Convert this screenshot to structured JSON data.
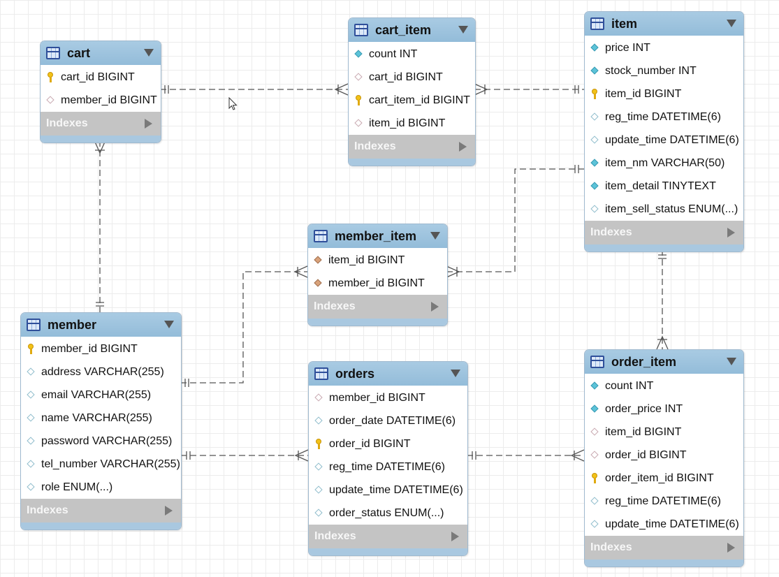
{
  "diagram": {
    "indexes_label": "Indexes",
    "entities": {
      "cart": {
        "name": "cart",
        "columns": [
          {
            "text": "cart_id BIGINT",
            "icon": "primary-key-icon"
          },
          {
            "text": "member_id BIGINT",
            "icon": "foreign-key-icon"
          }
        ]
      },
      "cart_item": {
        "name": "cart_item",
        "columns": [
          {
            "text": "count INT",
            "icon": "not-null-column-icon"
          },
          {
            "text": "cart_id BIGINT",
            "icon": "foreign-key-icon"
          },
          {
            "text": "cart_item_id BIGINT",
            "icon": "primary-key-icon"
          },
          {
            "text": "item_id BIGINT",
            "icon": "foreign-key-icon"
          }
        ]
      },
      "item": {
        "name": "item",
        "columns": [
          {
            "text": "price INT",
            "icon": "not-null-column-icon"
          },
          {
            "text": "stock_number INT",
            "icon": "not-null-column-icon"
          },
          {
            "text": "item_id BIGINT",
            "icon": "primary-key-icon"
          },
          {
            "text": "reg_time DATETIME(6)",
            "icon": "column-icon"
          },
          {
            "text": "update_time DATETIME(6)",
            "icon": "column-icon"
          },
          {
            "text": "item_nm VARCHAR(50)",
            "icon": "not-null-column-icon"
          },
          {
            "text": "item_detail TINYTEXT",
            "icon": "not-null-column-icon"
          },
          {
            "text": "item_sell_status ENUM(...)",
            "icon": "column-icon"
          }
        ]
      },
      "member_item": {
        "name": "member_item",
        "columns": [
          {
            "text": "item_id BIGINT",
            "icon": "foreign-primary-key-icon"
          },
          {
            "text": "member_id BIGINT",
            "icon": "foreign-primary-key-icon"
          }
        ]
      },
      "member": {
        "name": "member",
        "columns": [
          {
            "text": "member_id BIGINT",
            "icon": "primary-key-icon"
          },
          {
            "text": "address VARCHAR(255)",
            "icon": "column-icon"
          },
          {
            "text": "email VARCHAR(255)",
            "icon": "column-icon"
          },
          {
            "text": "name VARCHAR(255)",
            "icon": "column-icon"
          },
          {
            "text": "password VARCHAR(255)",
            "icon": "column-icon"
          },
          {
            "text": "tel_number VARCHAR(255)",
            "icon": "column-icon"
          },
          {
            "text": "role ENUM(...)",
            "icon": "column-icon"
          }
        ]
      },
      "orders": {
        "name": "orders",
        "columns": [
          {
            "text": "member_id BIGINT",
            "icon": "foreign-key-icon"
          },
          {
            "text": "order_date DATETIME(6)",
            "icon": "column-icon"
          },
          {
            "text": "order_id BIGINT",
            "icon": "primary-key-icon"
          },
          {
            "text": "reg_time DATETIME(6)",
            "icon": "column-icon"
          },
          {
            "text": "update_time DATETIME(6)",
            "icon": "column-icon"
          },
          {
            "text": "order_status ENUM(...)",
            "icon": "column-icon"
          }
        ]
      },
      "order_item": {
        "name": "order_item",
        "columns": [
          {
            "text": "count INT",
            "icon": "not-null-column-icon"
          },
          {
            "text": "order_price INT",
            "icon": "not-null-column-icon"
          },
          {
            "text": "item_id BIGINT",
            "icon": "foreign-key-icon"
          },
          {
            "text": "order_id BIGINT",
            "icon": "foreign-key-icon"
          },
          {
            "text": "order_item_id BIGINT",
            "icon": "primary-key-icon"
          },
          {
            "text": "reg_time DATETIME(6)",
            "icon": "column-icon"
          },
          {
            "text": "update_time DATETIME(6)",
            "icon": "column-icon"
          }
        ]
      }
    },
    "relationships": [
      {
        "from": "cart",
        "to": "cart_item",
        "from_end": "one",
        "to_end": "many"
      },
      {
        "from": "cart_item",
        "to": "item",
        "from_end": "many",
        "to_end": "one"
      },
      {
        "from": "cart",
        "to": "member",
        "from_end": "many",
        "to_end": "one"
      },
      {
        "from": "member",
        "to": "member_item",
        "from_end": "one",
        "to_end": "many"
      },
      {
        "from": "member_item",
        "to": "item",
        "from_end": "many",
        "to_end": "one"
      },
      {
        "from": "member",
        "to": "orders",
        "from_end": "one",
        "to_end": "many"
      },
      {
        "from": "orders",
        "to": "order_item",
        "from_end": "one",
        "to_end": "many"
      },
      {
        "from": "item",
        "to": "order_item",
        "from_end": "one",
        "to_end": "many"
      }
    ],
    "colors": {
      "header": "#93bcd9",
      "indexes_bar": "#c4c4c4",
      "line": "#555555"
    }
  }
}
